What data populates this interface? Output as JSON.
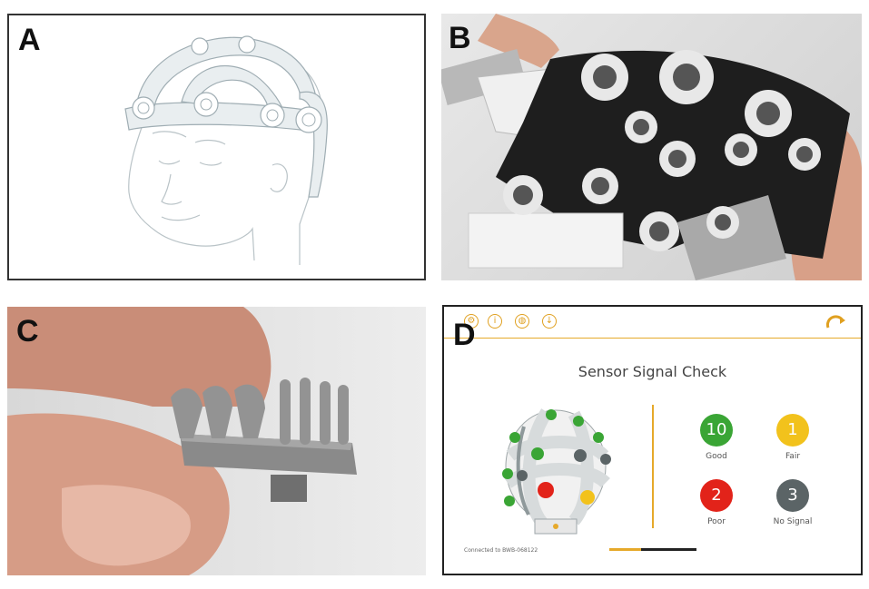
{
  "panels": {
    "a": {
      "letter": "A"
    },
    "b": {
      "letter": "B"
    },
    "c": {
      "letter": "C"
    },
    "d": {
      "letter": "D"
    }
  },
  "app": {
    "toolbar_icons": [
      "settings-icon",
      "info-icon",
      "globe-icon",
      "download-icon",
      "refresh-icon"
    ],
    "title": "Sensor Signal Check",
    "statuses": [
      {
        "count": "10",
        "label": "Good",
        "color": "#3aa535"
      },
      {
        "count": "1",
        "label": "Fair",
        "color": "#f2c21c"
      },
      {
        "count": "2",
        "label": "Poor",
        "color": "#e2231a"
      },
      {
        "count": "3",
        "label": "No Signal",
        "color": "#5b6466"
      }
    ],
    "connected_text": "Connected to BWB-068122",
    "progress": 0.36,
    "accent": "#e6a92a"
  }
}
